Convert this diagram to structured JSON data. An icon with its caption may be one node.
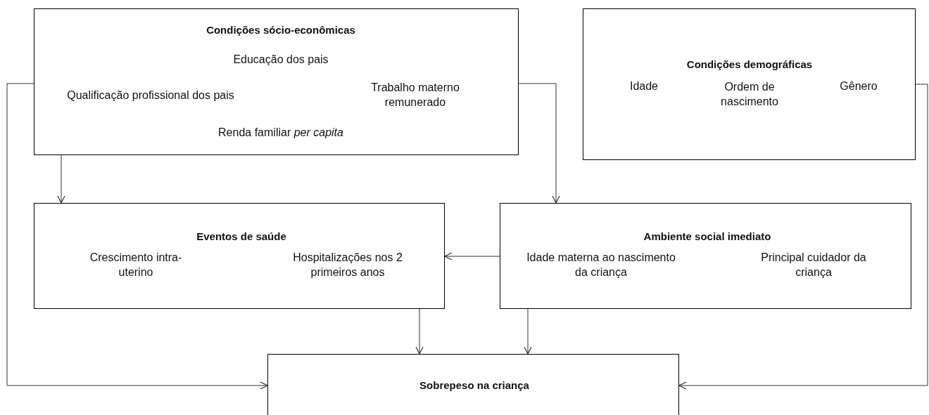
{
  "diagram": {
    "nodes": [
      {
        "text": [
          "Condições sócio-econômicas",
          "Educação dos pais",
          "Qualificação profissional dos pais",
          "Trabalho materno remunerado",
          "Renda familiar *per capita*"
        ]
      },
      {
        "text": [
          "Condições demográficas",
          "Idade",
          "Ordem de nascimento",
          "Gênero"
        ]
      },
      {
        "text": [
          "Eventos de saúde",
          "Crescimento intra-uterino",
          "Hospitalizações nos 2 primeiros anos"
        ]
      },
      {
        "text": [
          "Ambiente social imediato",
          "Idade materna ao nascimento da criança",
          "Principal cuidador da criança"
        ]
      },
      {
        "text": [
          "Sobrepeso na criança"
        ]
      }
    ],
    "edges": [
      {
        "from": 0,
        "to": 2,
        "arrow": "to"
      },
      {
        "from": 0,
        "to": 3,
        "arrow": "to"
      },
      {
        "from": 0,
        "to": 4,
        "arrow": "to"
      },
      {
        "from": 1,
        "to": 4,
        "arrow": "to"
      },
      {
        "from": 3,
        "to": 2,
        "arrow": "to"
      },
      {
        "from": 2,
        "to": 4,
        "arrow": "to"
      },
      {
        "from": 3,
        "to": 4,
        "arrow": "to"
      }
    ]
  }
}
